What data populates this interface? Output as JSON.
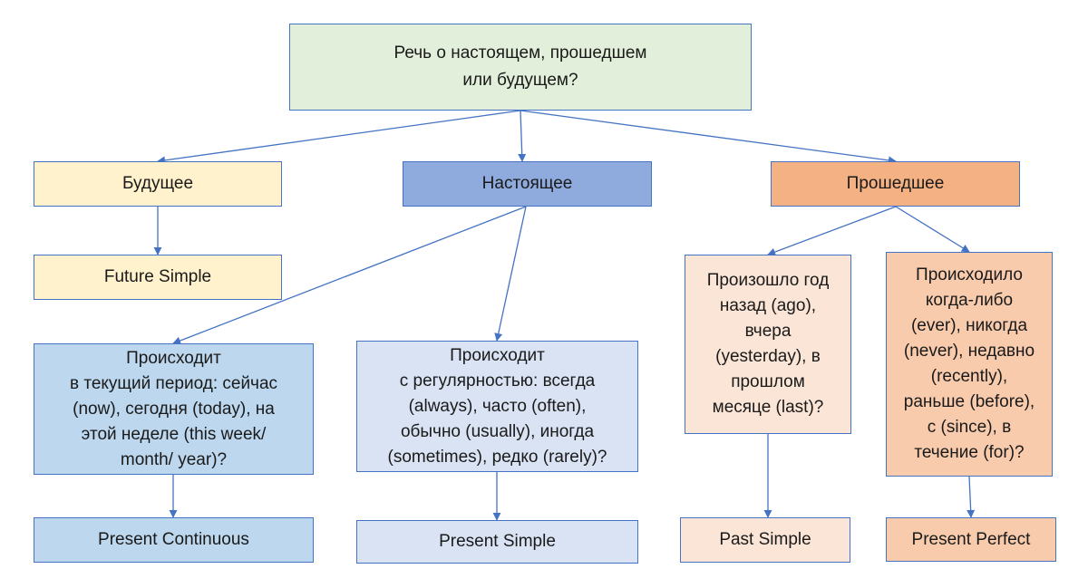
{
  "diagram": {
    "root": "Речь о настоящем, прошедшем\nили будущем?",
    "future": "Будущее",
    "present": "Настоящее",
    "past": "Прошедшее",
    "future_simple": "Future Simple",
    "current_period": "Происходит\nв текущий период: сейчас\n(now), сегодня (today), на\nэтой неделе (this week/\nmonth/ year)?",
    "regularity": "Происходит\nс регулярностью: всегда\n(always), часто (often),\nобычно (usually), иногда\n(sometimes), редко (rarely)?",
    "past_question": "Произошло год\nназад (ago),\nвчера\n(yesterday), в\nпрошлом\nмесяце (last)?",
    "perfect_question": "Происходило\nкогда-либо\n(ever), никогда\n(never), недавно\n(recently),\nраньше (before),\nс (since), в\nтечение (for)?",
    "present_continuous": "Present Continuous",
    "present_simple": "Present Simple",
    "past_simple": "Past Simple",
    "present_perfect": "Present Perfect"
  },
  "colors": {
    "border": "#4472c4",
    "arrow": "#4472c4",
    "root_fill": "#e2efda",
    "future_fill": "#fff2cc",
    "present_fill": "#8faadc",
    "past_fill": "#f4b183",
    "present_light_fill": "#bdd7ee",
    "present_lighter_fill": "#dae3f3",
    "past_light_fill": "#fbe5d6",
    "past_mid_fill": "#f8cbad"
  }
}
